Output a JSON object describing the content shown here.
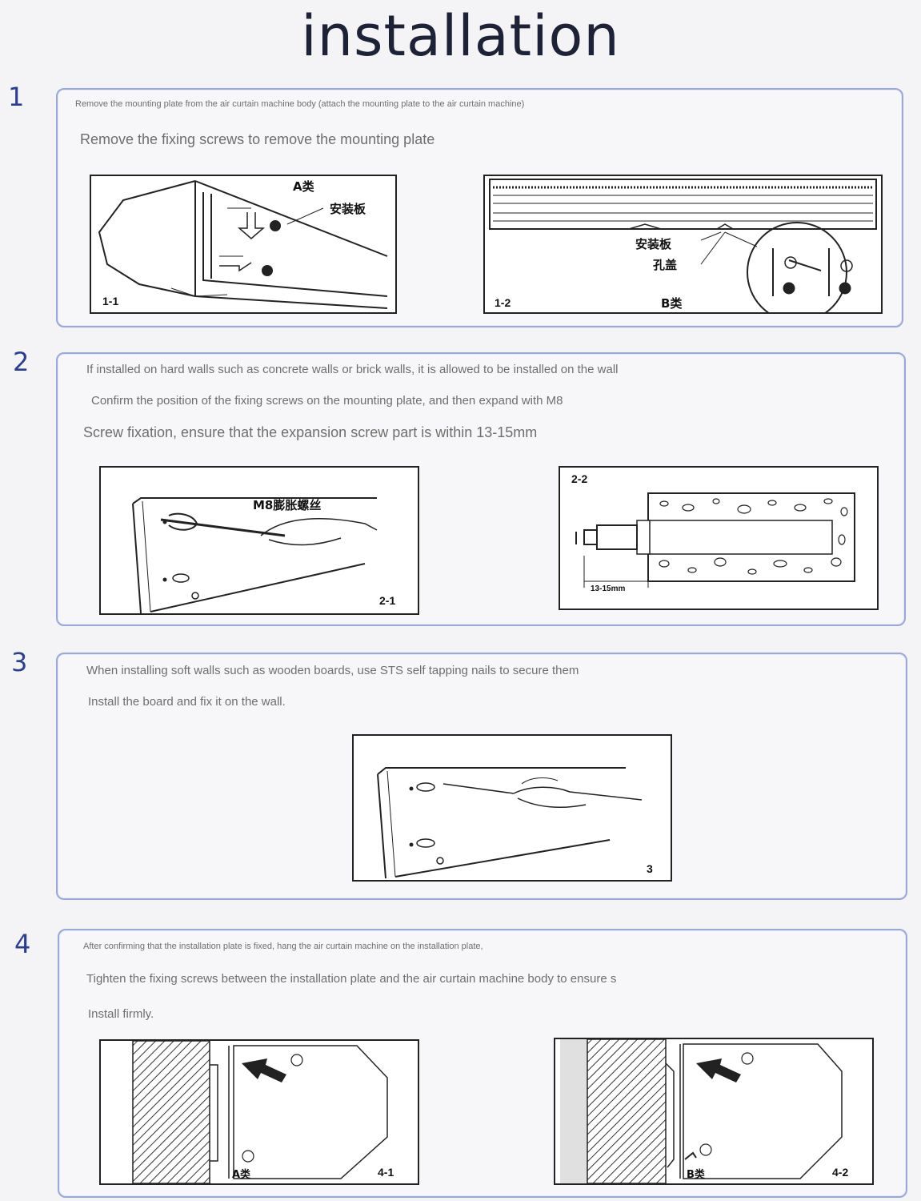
{
  "title": "installation",
  "steps": [
    {
      "number": "1",
      "lines": [
        "Remove the mounting plate from the air curtain machine body (attach the mounting plate to the air curtain machine)",
        "Remove the fixing screws to remove the mounting plate"
      ],
      "figures": [
        {
          "id": "1-1",
          "caption": "1-1",
          "tag": "A类",
          "part_label": "安装板"
        },
        {
          "id": "1-2",
          "caption": "1-2",
          "tag": "B类",
          "part_label": "安装板",
          "hole_label": "孔盖"
        }
      ]
    },
    {
      "number": "2",
      "lines": [
        "If installed on hard walls such as concrete walls or brick walls, it is allowed to be installed on the wall",
        "Confirm the position of the fixing screws on the mounting plate, and then expand with M8",
        "Screw fixation, ensure that the expansion screw part is within 13-15mm"
      ],
      "figures": [
        {
          "id": "2-1",
          "caption": "2-1",
          "screw_label": "M8膨胀螺丝"
        },
        {
          "id": "2-2",
          "caption": "2-2",
          "dimension_label": "13-15mm"
        }
      ]
    },
    {
      "number": "3",
      "lines": [
        "When installing soft walls such as wooden boards, use STS self tapping nails to secure them",
        "Install the board and fix it on the wall."
      ],
      "figures": [
        {
          "id": "3",
          "caption": "3"
        }
      ]
    },
    {
      "number": "4",
      "lines": [
        "After confirming that the installation plate is fixed, hang the air curtain machine on the installation plate,",
        "Tighten the fixing screws between the installation plate and the air curtain machine body to ensure s",
        "Install firmly."
      ],
      "figures": [
        {
          "id": "4-1",
          "caption": "4-1",
          "tag": "A类"
        },
        {
          "id": "4-2",
          "caption": "4-2",
          "tag": "B类"
        }
      ]
    }
  ]
}
